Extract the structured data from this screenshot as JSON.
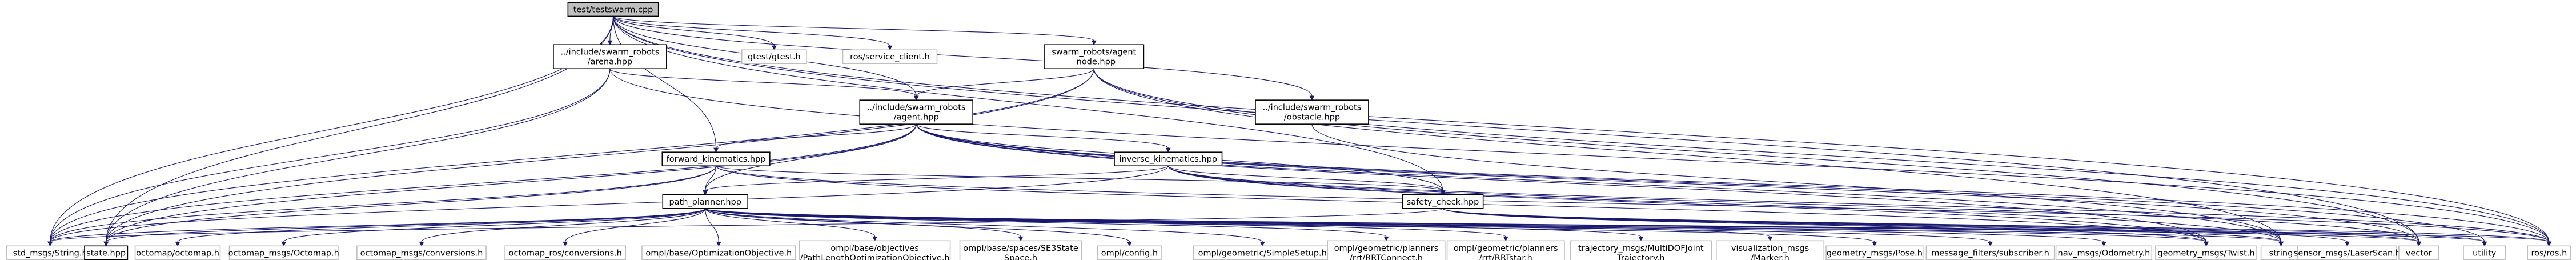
{
  "graph": {
    "nodes": [
      {
        "id": "root",
        "lines": [
          "test/testswarm.cpp"
        ],
        "style": "root"
      },
      {
        "id": "gtest",
        "lines": [
          "gtest/gtest.h"
        ],
        "style": "ext"
      },
      {
        "id": "service_client",
        "lines": [
          "ros/service_client.h"
        ],
        "style": "ext"
      },
      {
        "id": "arena",
        "lines": [
          "../include/swarm_robots",
          "/arena.hpp"
        ],
        "style": "dark"
      },
      {
        "id": "agent_node",
        "lines": [
          "swarm_robots/agent",
          "_node.hpp"
        ],
        "style": "dark"
      },
      {
        "id": "agent",
        "lines": [
          "../include/swarm_robots",
          "/agent.hpp"
        ],
        "style": "dark"
      },
      {
        "id": "obstacle",
        "lines": [
          "../include/swarm_robots",
          "/obstacle.hpp"
        ],
        "style": "dark"
      },
      {
        "id": "forward_kinematics",
        "lines": [
          "forward_kinematics.hpp"
        ],
        "style": "dark"
      },
      {
        "id": "inverse_kinematics",
        "lines": [
          "inverse_kinematics.hpp"
        ],
        "style": "dark"
      },
      {
        "id": "path_planner",
        "lines": [
          "path_planner.hpp"
        ],
        "style": "dark"
      },
      {
        "id": "safety_check",
        "lines": [
          "safety_check.hpp"
        ],
        "style": "dark"
      },
      {
        "id": "std_msgs_string",
        "lines": [
          "std_msgs/String.h"
        ],
        "style": "ext"
      },
      {
        "id": "state",
        "lines": [
          "state.hpp"
        ],
        "style": "dark"
      },
      {
        "id": "octomap",
        "lines": [
          "octomap/octomap.h"
        ],
        "style": "ext"
      },
      {
        "id": "octomap_msgs_octomap",
        "lines": [
          "octomap_msgs/Octomap.h"
        ],
        "style": "ext"
      },
      {
        "id": "octomap_msgs_conversions",
        "lines": [
          "octomap_msgs/conversions.h"
        ],
        "style": "ext"
      },
      {
        "id": "octomap_ros_conversions",
        "lines": [
          "octomap_ros/conversions.h"
        ],
        "style": "ext"
      },
      {
        "id": "ompl_opt_objective",
        "lines": [
          "ompl/base/OptimizationObjective.h"
        ],
        "style": "ext"
      },
      {
        "id": "ompl_pathlength",
        "lines": [
          "ompl/base/objectives",
          "/PathLengthOptimizationObjective.h"
        ],
        "style": "ext"
      },
      {
        "id": "ompl_se3",
        "lines": [
          "ompl/base/spaces/SE3State",
          "Space.h"
        ],
        "style": "ext"
      },
      {
        "id": "ompl_config",
        "lines": [
          "ompl/config.h"
        ],
        "style": "ext"
      },
      {
        "id": "ompl_simplesetup",
        "lines": [
          "ompl/geometric/SimpleSetup.h"
        ],
        "style": "ext"
      },
      {
        "id": "ompl_rrtconnect",
        "lines": [
          "ompl/geometric/planners",
          "/rrt/RRTConnect.h"
        ],
        "style": "ext"
      },
      {
        "id": "ompl_rrtstar",
        "lines": [
          "ompl/geometric/planners",
          "/rrt/RRTstar.h"
        ],
        "style": "ext"
      },
      {
        "id": "traj_msgs",
        "lines": [
          "trajectory_msgs/MultiDOFJoint",
          "Trajectory.h"
        ],
        "style": "ext"
      },
      {
        "id": "vis_msgs",
        "lines": [
          "visualization_msgs",
          "/Marker.h"
        ],
        "style": "ext"
      },
      {
        "id": "geom_pose",
        "lines": [
          "geometry_msgs/Pose.h"
        ],
        "style": "ext"
      },
      {
        "id": "msg_filters",
        "lines": [
          "message_filters/subscriber.h"
        ],
        "style": "ext"
      },
      {
        "id": "nav_msgs",
        "lines": [
          "nav_msgs/Odometry.h"
        ],
        "style": "ext"
      },
      {
        "id": "geom_twist",
        "lines": [
          "geometry_msgs/Twist.h"
        ],
        "style": "ext"
      },
      {
        "id": "string",
        "lines": [
          "string"
        ],
        "style": "ext"
      },
      {
        "id": "laserscan",
        "lines": [
          "sensor_msgs/LaserScan.h"
        ],
        "style": "ext"
      },
      {
        "id": "vector",
        "lines": [
          "vector"
        ],
        "style": "ext"
      },
      {
        "id": "utility",
        "lines": [
          "utility"
        ],
        "style": "ext"
      },
      {
        "id": "ros",
        "lines": [
          "ros/ros.h"
        ],
        "style": "ext"
      }
    ],
    "edges": [
      [
        "root",
        "gtest"
      ],
      [
        "root",
        "service_client"
      ],
      [
        "root",
        "arena"
      ],
      [
        "root",
        "agent_node"
      ],
      [
        "root",
        "agent"
      ],
      [
        "root",
        "obstacle"
      ],
      [
        "root",
        "forward_kinematics"
      ],
      [
        "root",
        "safety_check"
      ],
      [
        "root",
        "std_msgs_string"
      ],
      [
        "root",
        "state"
      ],
      [
        "root",
        "vector"
      ],
      [
        "root",
        "ros"
      ],
      [
        "arena",
        "agent"
      ],
      [
        "arena",
        "std_msgs_string"
      ],
      [
        "arena",
        "state"
      ],
      [
        "arena",
        "ros"
      ],
      [
        "agent_node",
        "agent"
      ],
      [
        "agent_node",
        "std_msgs_string"
      ],
      [
        "agent_node",
        "state"
      ],
      [
        "agent_node",
        "string"
      ],
      [
        "agent_node",
        "ros"
      ],
      [
        "agent_node",
        "vector"
      ],
      [
        "obstacle",
        "string"
      ],
      [
        "agent",
        "forward_kinematics"
      ],
      [
        "agent",
        "inverse_kinematics"
      ],
      [
        "agent",
        "path_planner"
      ],
      [
        "agent",
        "safety_check"
      ],
      [
        "agent",
        "std_msgs_string"
      ],
      [
        "agent",
        "state"
      ],
      [
        "agent",
        "geom_twist"
      ],
      [
        "agent",
        "string"
      ],
      [
        "agent",
        "vector"
      ],
      [
        "agent",
        "utility"
      ],
      [
        "agent",
        "ros"
      ],
      [
        "forward_kinematics",
        "path_planner"
      ],
      [
        "forward_kinematics",
        "safety_check"
      ],
      [
        "forward_kinematics",
        "std_msgs_string"
      ],
      [
        "forward_kinematics",
        "state"
      ],
      [
        "forward_kinematics",
        "geom_twist"
      ],
      [
        "forward_kinematics",
        "ros"
      ],
      [
        "inverse_kinematics",
        "path_planner"
      ],
      [
        "inverse_kinematics",
        "safety_check"
      ],
      [
        "inverse_kinematics",
        "std_msgs_string"
      ],
      [
        "inverse_kinematics",
        "geom_twist"
      ],
      [
        "inverse_kinematics",
        "string"
      ],
      [
        "inverse_kinematics",
        "vector"
      ],
      [
        "inverse_kinematics",
        "ros"
      ],
      [
        "safety_check",
        "std_msgs_string"
      ],
      [
        "safety_check",
        "geom_twist"
      ],
      [
        "safety_check",
        "string"
      ],
      [
        "safety_check",
        "laserscan"
      ],
      [
        "safety_check",
        "vector"
      ],
      [
        "safety_check",
        "utility"
      ],
      [
        "safety_check",
        "ros"
      ],
      [
        "path_planner",
        "std_msgs_string"
      ],
      [
        "path_planner",
        "state"
      ],
      [
        "path_planner",
        "octomap"
      ],
      [
        "path_planner",
        "octomap_msgs_octomap"
      ],
      [
        "path_planner",
        "octomap_msgs_conversions"
      ],
      [
        "path_planner",
        "octomap_ros_conversions"
      ],
      [
        "path_planner",
        "ompl_opt_objective"
      ],
      [
        "path_planner",
        "ompl_pathlength"
      ],
      [
        "path_planner",
        "ompl_se3"
      ],
      [
        "path_planner",
        "ompl_config"
      ],
      [
        "path_planner",
        "ompl_simplesetup"
      ],
      [
        "path_planner",
        "ompl_rrtconnect"
      ],
      [
        "path_planner",
        "ompl_rrtstar"
      ],
      [
        "path_planner",
        "traj_msgs"
      ],
      [
        "path_planner",
        "vis_msgs"
      ],
      [
        "path_planner",
        "geom_pose"
      ],
      [
        "path_planner",
        "msg_filters"
      ],
      [
        "path_planner",
        "nav_msgs"
      ],
      [
        "path_planner",
        "geom_twist"
      ],
      [
        "path_planner",
        "string"
      ],
      [
        "path_planner",
        "vector"
      ],
      [
        "path_planner",
        "utility"
      ],
      [
        "path_planner",
        "ros"
      ]
    ]
  }
}
